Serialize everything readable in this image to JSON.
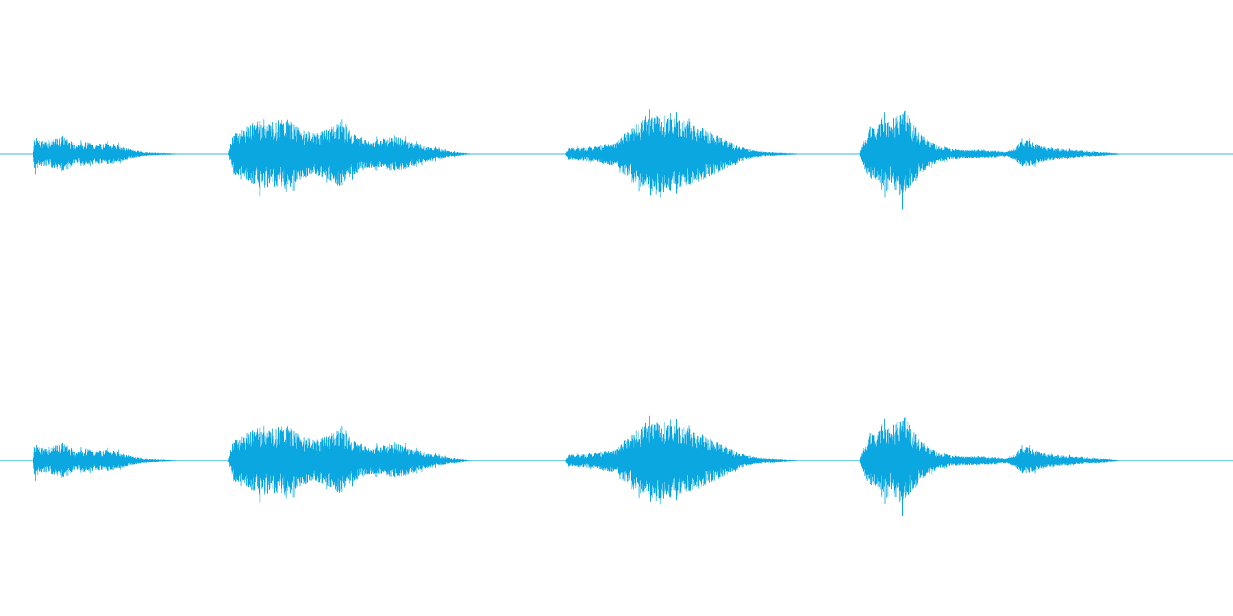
{
  "waveform": {
    "color": "#0aa7e1",
    "background": "#ffffff",
    "channels": [
      "left",
      "right"
    ],
    "channel_count": 2
  }
}
